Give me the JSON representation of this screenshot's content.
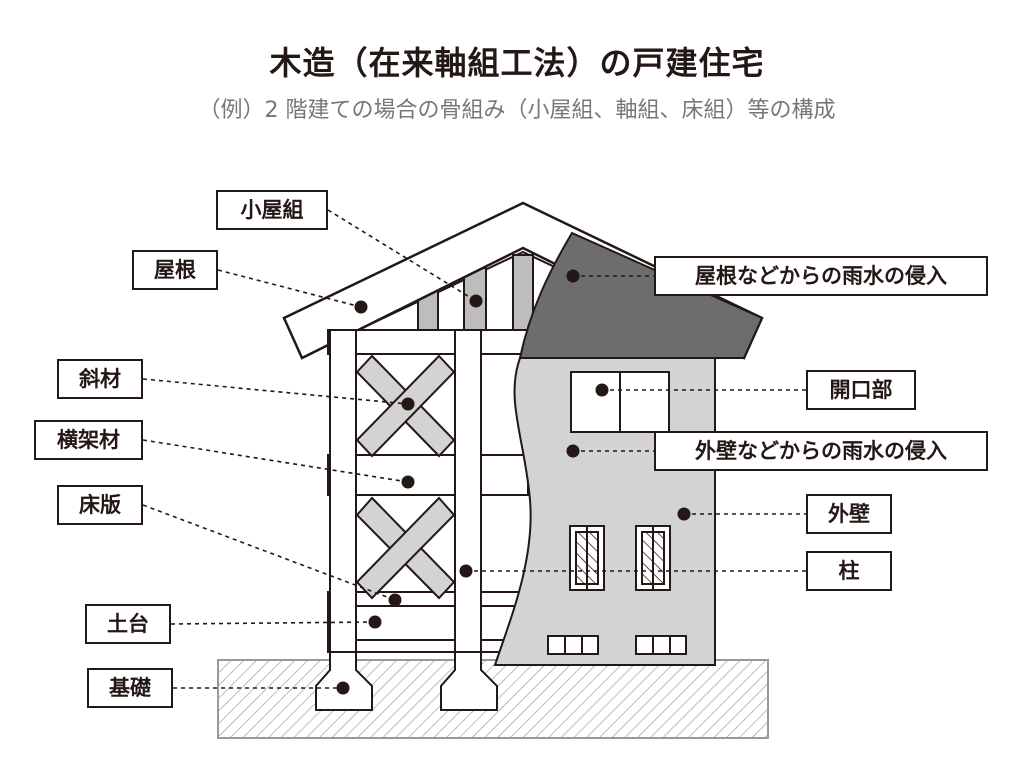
{
  "header": {
    "title": "木造（在来軸組工法）の戸建住宅",
    "subtitle": "（例）2 階建ての場合の骨組み（小屋組、軸組、床組）等の構成"
  },
  "labels": {
    "koyagumi": "小屋組",
    "yane": "屋根",
    "shazai": "斜材",
    "okakezai": "横架材",
    "yukaban": "床版",
    "dodai": "土台",
    "kiso": "基礎",
    "roof_rain": "屋根などからの雨水の侵入",
    "kaikoubu": "開口部",
    "wall_rain": "外壁などからの雨水の侵入",
    "gaiheki": "外壁",
    "hashira": "柱"
  },
  "colors": {
    "ink": "#231815",
    "roof_gray": "#6d6d6d",
    "wall_gray": "#d3d3d3",
    "frame_gray": "#bdbdbd",
    "title_gray": "#777777"
  }
}
